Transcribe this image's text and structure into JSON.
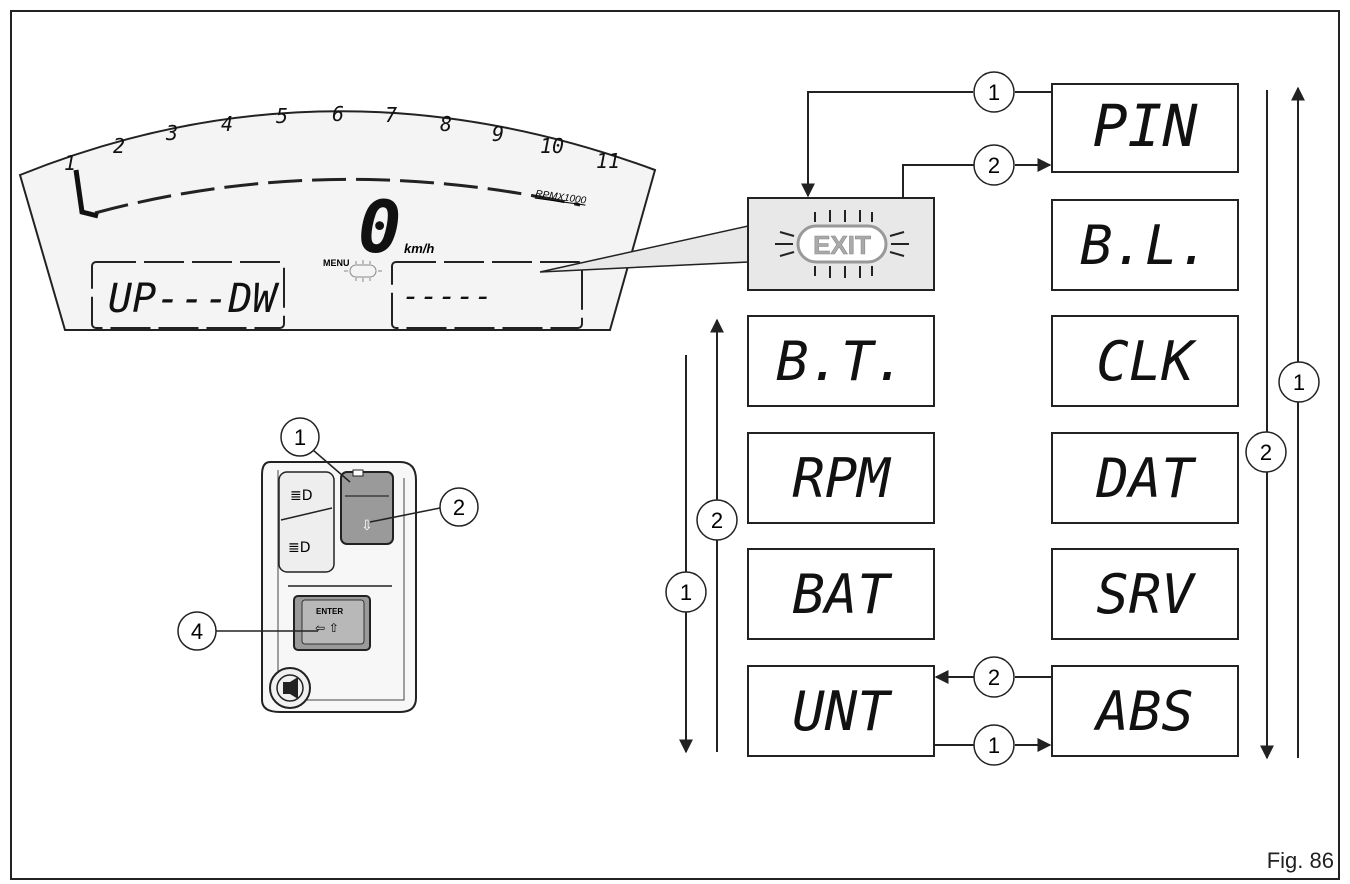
{
  "figure_label": "Fig. 86",
  "dashboard": {
    "scale_numbers": [
      "1",
      "2",
      "3",
      "4",
      "5",
      "6",
      "7",
      "8",
      "9",
      "10",
      "11"
    ],
    "rpm_label": "RPMX1000",
    "speed_value": "0",
    "speed_unit": "km/h",
    "menu_label": "MENU",
    "left_display": "UP---DW",
    "right_display": "-----"
  },
  "exit_label": "EXIT",
  "menu_items": {
    "pin": "PIN",
    "bl": "B.L.",
    "clk": "CLK",
    "dat": "DAT",
    "srv": "SRV",
    "abs": "ABS",
    "bt": "B.T.",
    "rpm": "RPM",
    "bat": "BAT",
    "unt": "UNT"
  },
  "callouts": {
    "one": "1",
    "two": "2",
    "four": "4"
  },
  "switch": {
    "enter_label": "ENTER"
  },
  "colors": {
    "outline": "#222222",
    "gauge_fill": "#f4f4f4",
    "button_fill": "#9a9a9a",
    "exit_fill": "#e8e8e8"
  }
}
